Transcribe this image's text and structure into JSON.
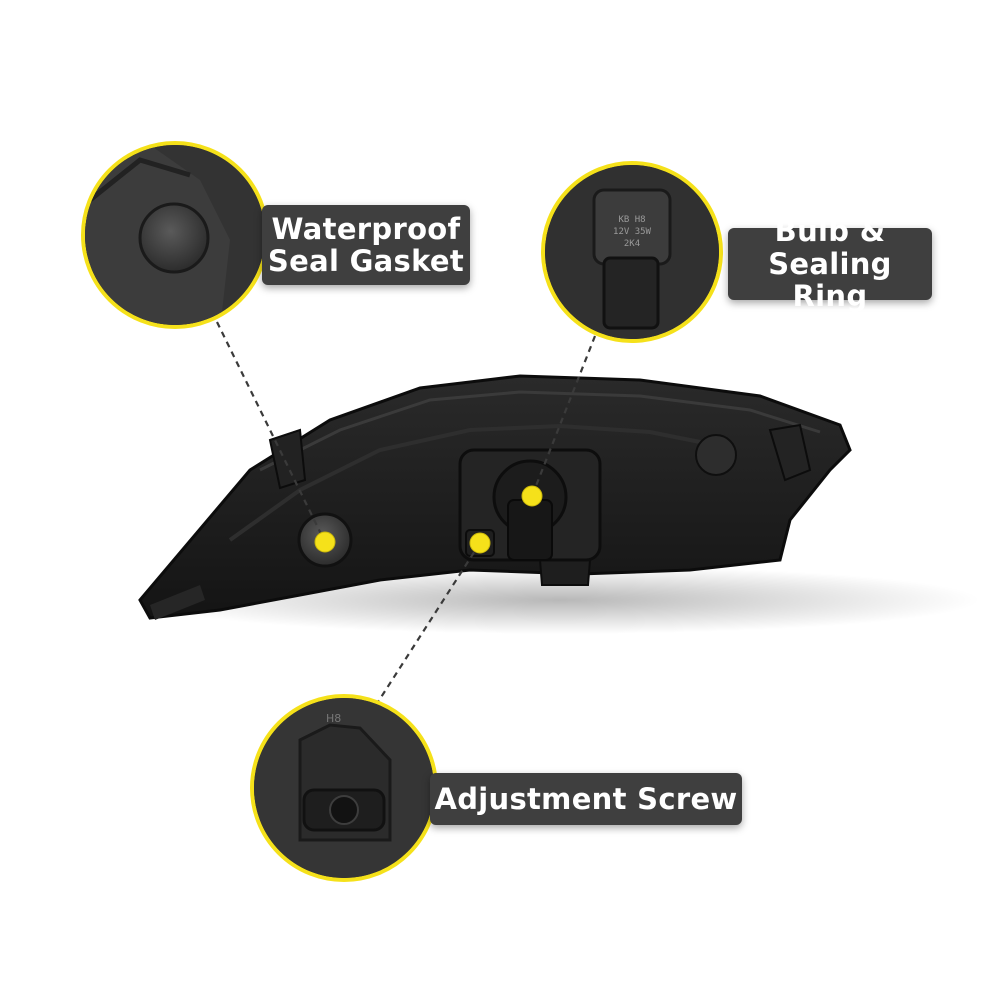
{
  "callouts": {
    "gasket": {
      "line1": "Waterproof",
      "line2": "Seal Gasket"
    },
    "bulb": {
      "line1": "Bulb &",
      "line2": "Sealing Ring",
      "printed_bulb_text": [
        "KB H8",
        "12V 35W",
        "2K4"
      ]
    },
    "screw": {
      "label": "Adjustment Screw",
      "printed_text": "H8"
    }
  },
  "colors": {
    "accent": "#f5e11a",
    "label_bg": "#3f3f3f",
    "label_text": "#ffffff",
    "housing": "#1b1b1b"
  }
}
